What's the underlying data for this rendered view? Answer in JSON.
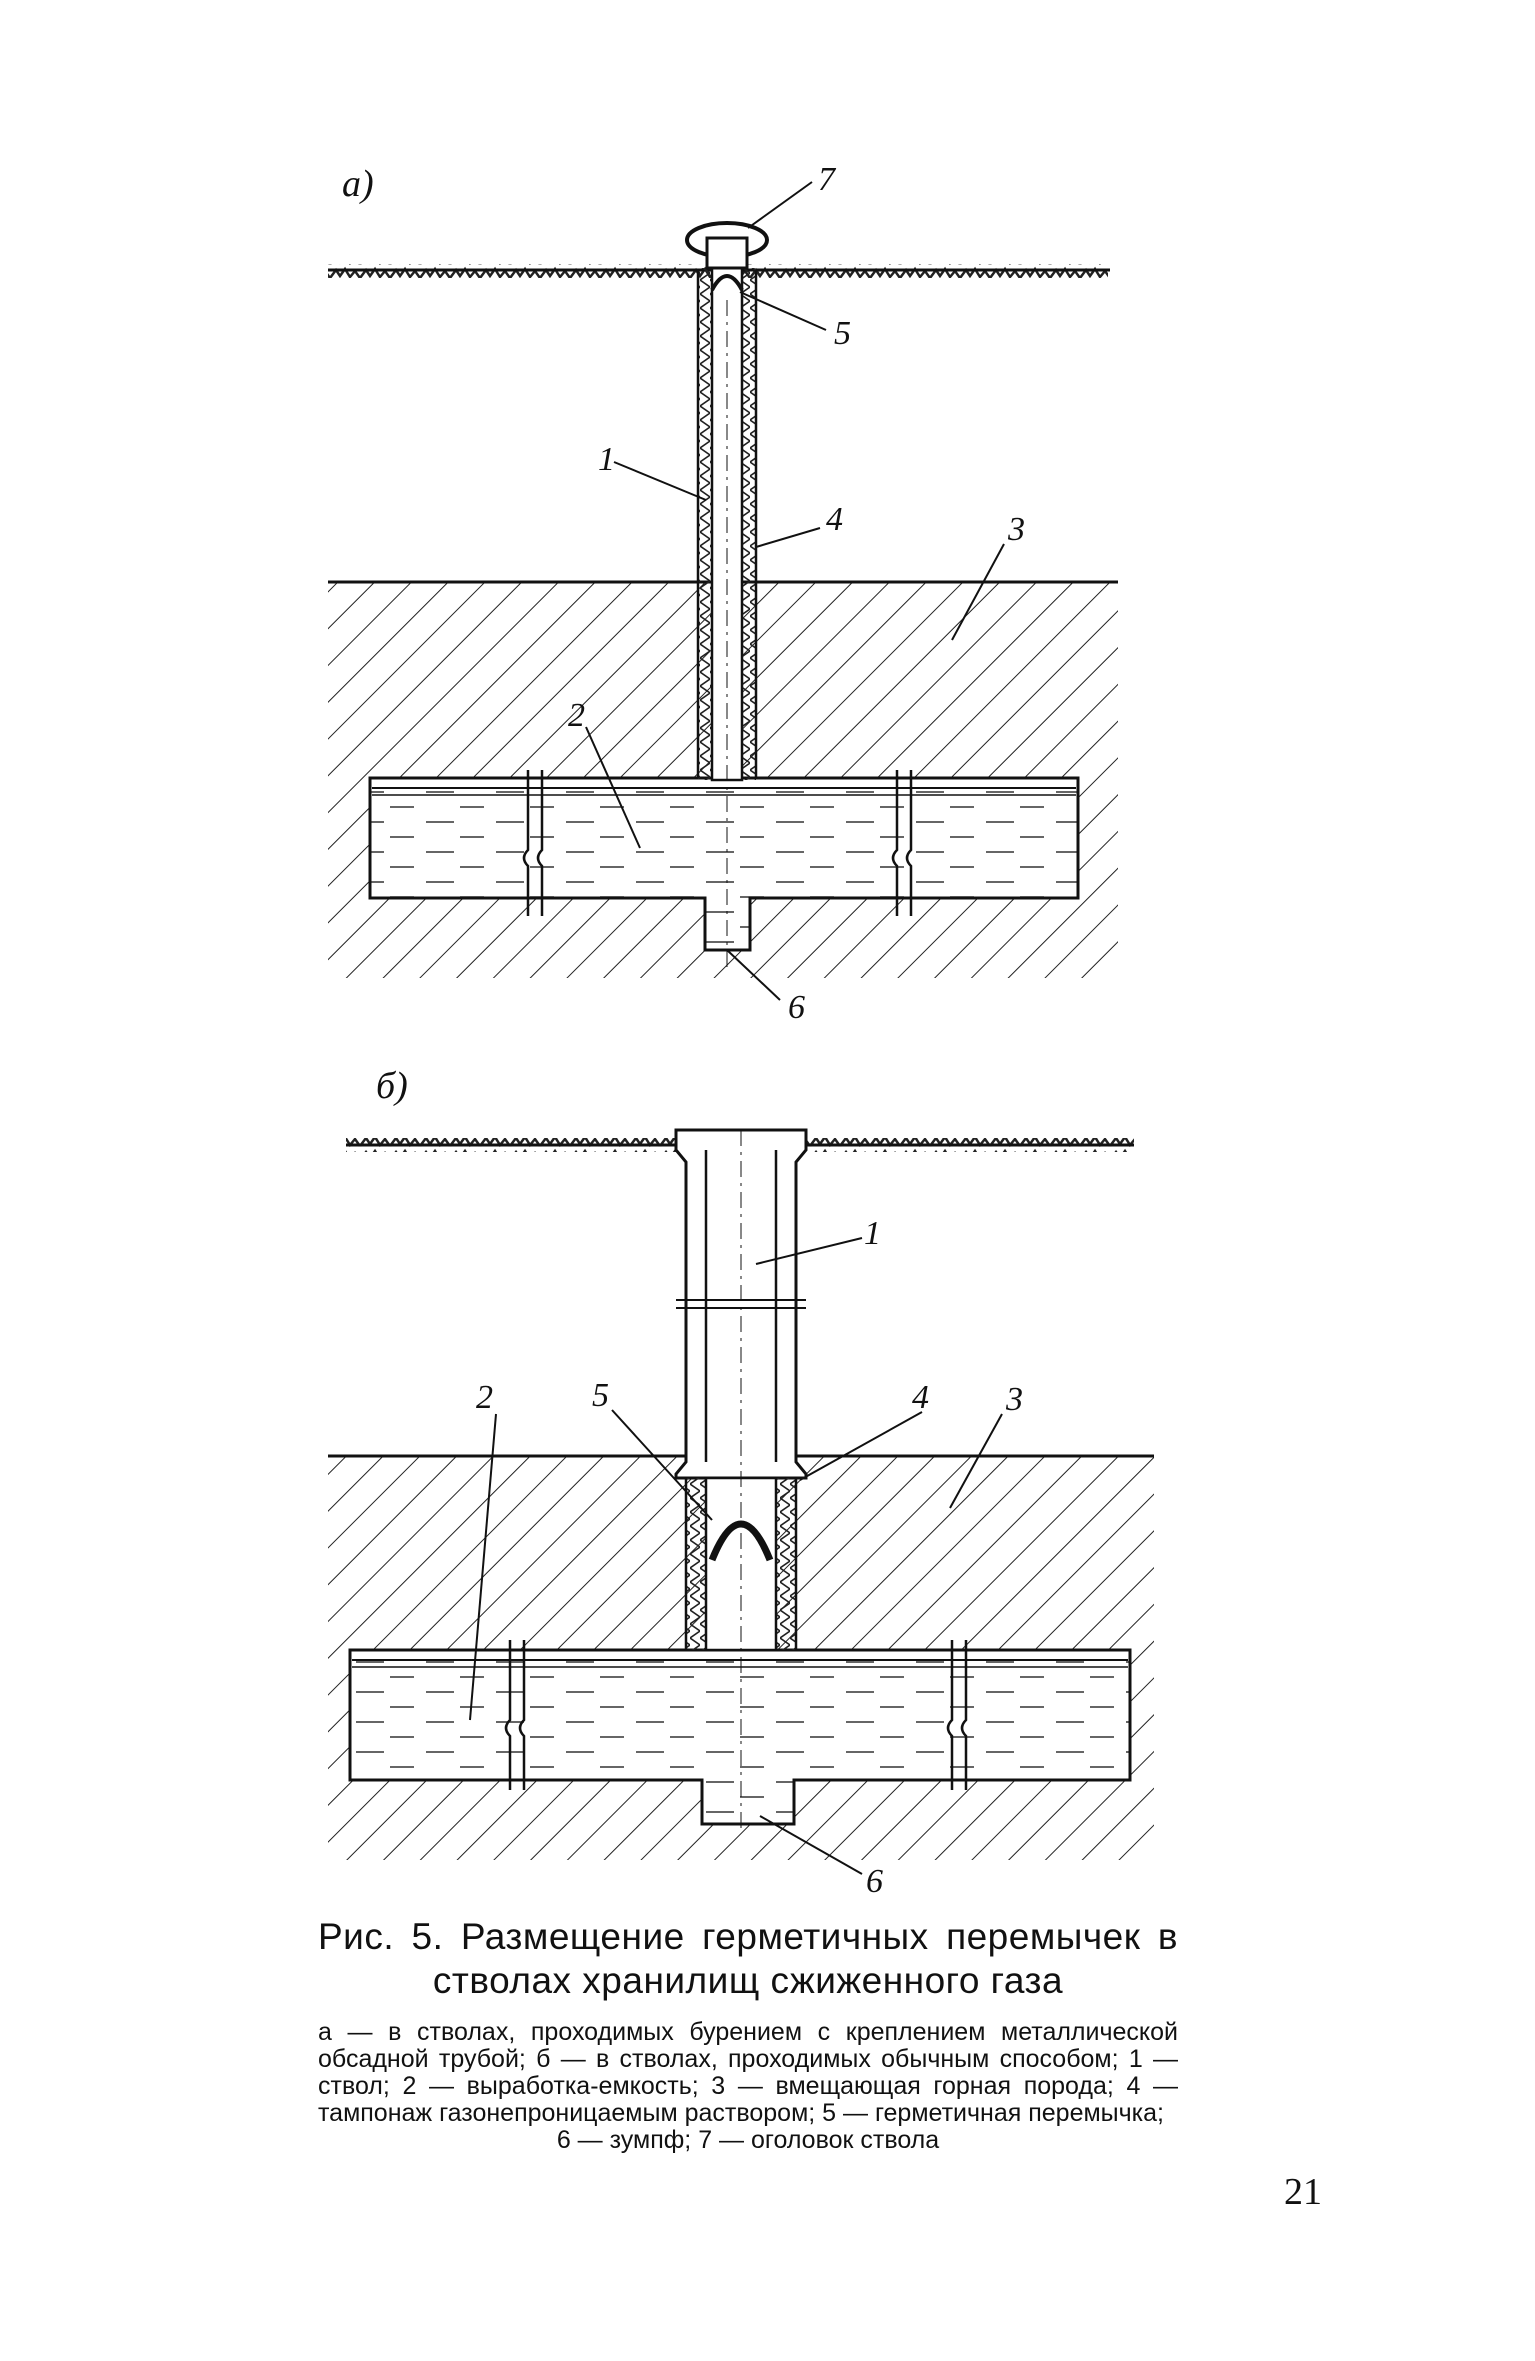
{
  "figure": {
    "panel_a_label": "a)",
    "panel_b_label": "б)",
    "panel_a_callouts": [
      "7",
      "5",
      "1",
      "4",
      "3",
      "2",
      "6"
    ],
    "panel_b_callouts": [
      "1",
      "2",
      "5",
      "4",
      "3",
      "6"
    ]
  },
  "caption": {
    "title": "Рис. 5. Размещение герметичных перемычек в стволах хранилищ сжиженного газа",
    "legend_lines": [
      "а — в стволах, проходимых бурением с креплением металлической обсадной трубой; б — в стволах, проходимых обычным способом; 1 — ствол; 2 — выработка-емкость; 3 — вмещающая горная порода; 4 — тампонаж газонепроницаемым раствором; 5 — герметичная перемычка;",
      "6 — зумпф; 7 — оголовок ствола"
    ]
  },
  "page_number": "21",
  "colors": {
    "ink": "#111111",
    "paper": "#ffffff"
  }
}
